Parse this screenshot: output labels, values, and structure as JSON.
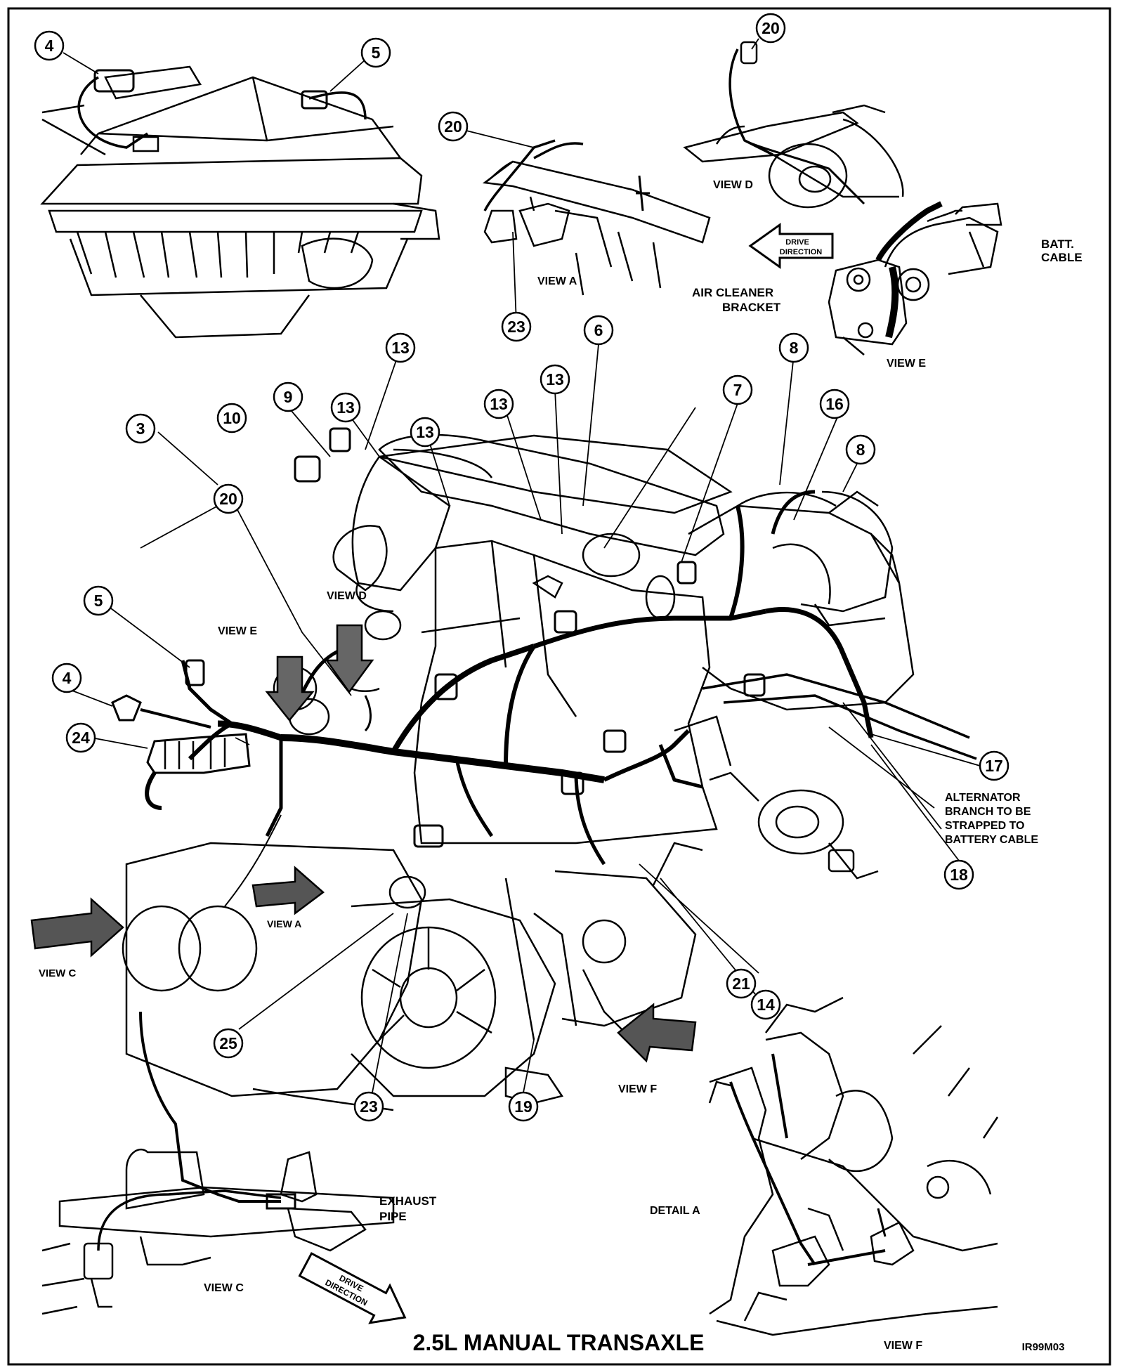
{
  "title": "2.5L MANUAL TRANSAXLE",
  "figure_code": "IR99M03",
  "view_labels": {
    "view_a_inset": "VIEW A",
    "view_d_inset": "VIEW D",
    "view_e_inset": "VIEW E",
    "view_c_inset": "VIEW C",
    "view_f_inset": "VIEW F",
    "view_d_main": "VIEW D",
    "view_e_main": "VIEW E",
    "view_a_main": "VIEW A",
    "view_c_main": "VIEW C",
    "view_f_main": "VIEW F",
    "detail_a": "DETAIL A"
  },
  "drive_direction": {
    "line1": "DRIVE",
    "line2": "DIRECTION"
  },
  "drive_direction_tilted": {
    "line1": "DRIVE",
    "line2": "DIRECTION"
  },
  "annotations": {
    "batt_cable_1": "BATT.",
    "batt_cable_2": "CABLE",
    "air_cleaner_1": "AIR CLEANER",
    "air_cleaner_2": "BRACKET",
    "alternator_1": "ALTERNATOR",
    "alternator_2": "BRANCH TO  BE",
    "alternator_3": "STRAPPED TO",
    "alternator_4": "BATTERY CABLE",
    "exhaust_1": "EXHAUST",
    "exhaust_2": "PIPE"
  },
  "callouts": {
    "c4_top": "4",
    "c5_top": "5",
    "c20_top": "20",
    "c20_a": "20",
    "c23_a": "23",
    "c13_1": "13",
    "c6": "6",
    "c13_2": "13",
    "c8_1": "8",
    "c9": "9",
    "c13_3": "13",
    "c13_4": "13",
    "c7": "7",
    "c13_5": "13",
    "c16": "16",
    "c10": "10",
    "c3": "3",
    "c8_2": "8",
    "c20_main": "20",
    "c5_main": "5",
    "c4_main": "4",
    "c24": "24",
    "c17": "17",
    "c18": "18",
    "c21": "21",
    "c14": "14",
    "c25": "25",
    "c23_main": "23",
    "c19": "19"
  }
}
